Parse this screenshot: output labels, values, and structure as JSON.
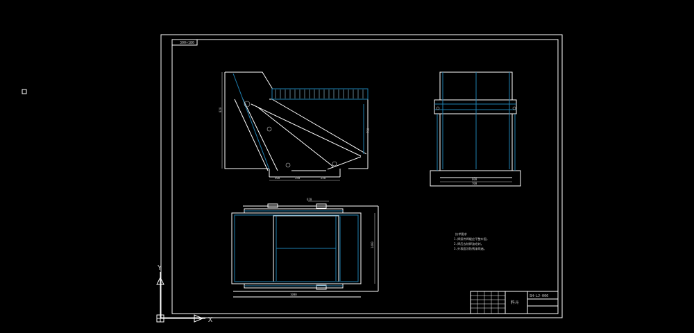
{
  "drawing": {
    "sheet_label": "300×180",
    "drawing_number": "SH-LJ-006",
    "title_block_name": "料斗",
    "notes": [
      "技术要求",
      "1.焊接件焊缝应平整牢固，",
      "2.焊后去除焊渣毛刺，",
      "3.外表面涂防锈漆两遍。"
    ],
    "dims_front": [
      "820",
      "350",
      "400",
      "250",
      "750"
    ],
    "dims_side": [
      "600",
      "700"
    ],
    "dims_top": [
      "1000",
      "1400",
      "620"
    ]
  },
  "ucs": {
    "y_label": "Y",
    "x_label": "X"
  },
  "colors": {
    "background": "#000000",
    "line": "#ffffff",
    "accent": "#1e7fb0",
    "dim": "#c8c8c8"
  }
}
